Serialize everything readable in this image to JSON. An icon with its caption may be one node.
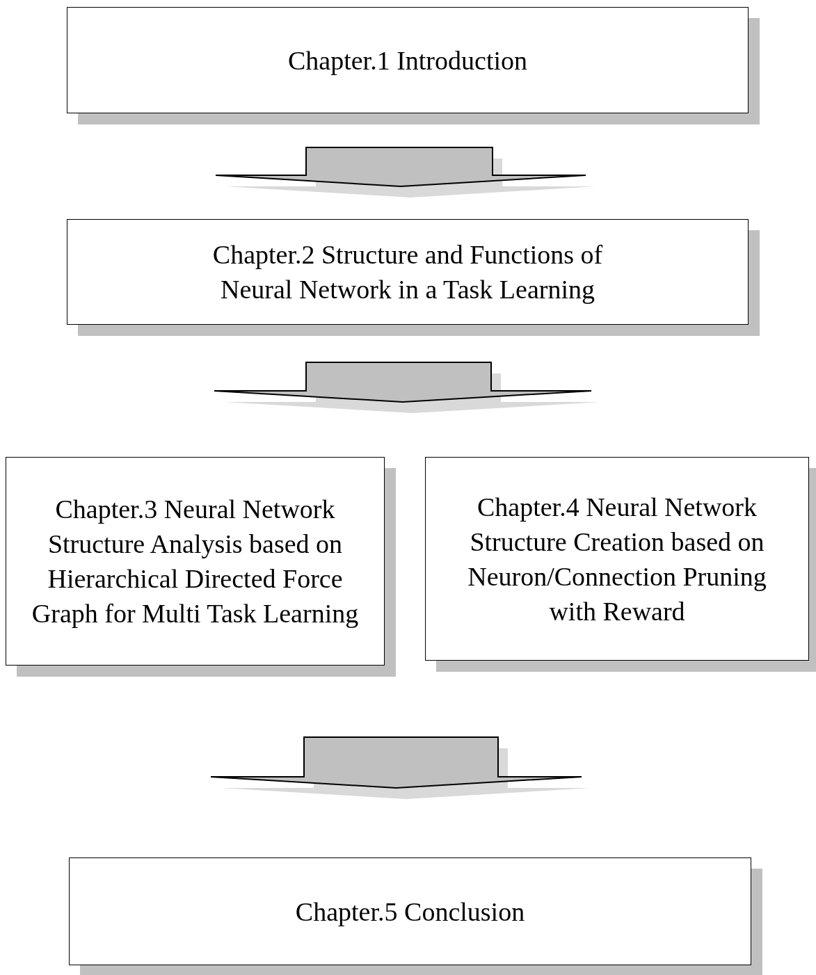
{
  "diagram": {
    "nodes": [
      {
        "text": [
          "Chapter.1 Introduction"
        ]
      },
      {
        "text": [
          "Chapter.2 Structure and Functions of Neural Network in a Task Learning"
        ]
      },
      {
        "text": [
          "Chapter.3 Neural Network Structure Analysis based on Hierarchical Directed Force Graph for Multi Task Learning"
        ]
      },
      {
        "text": [
          "Chapter.4 Neural Network Structure Creation based on Neuron/Connection Pruning with Reward"
        ]
      },
      {
        "text": [
          "Chapter.5 Conclusion"
        ]
      }
    ],
    "edges": [
      {
        "from": 0,
        "to": 1,
        "arrow": "to"
      },
      {
        "from": 1,
        "to": 2,
        "arrow": "to"
      },
      {
        "from": 1,
        "to": 3,
        "arrow": "to"
      },
      {
        "from": 2,
        "to": 4,
        "arrow": "to"
      },
      {
        "from": 3,
        "to": 4,
        "arrow": "to"
      }
    ]
  }
}
